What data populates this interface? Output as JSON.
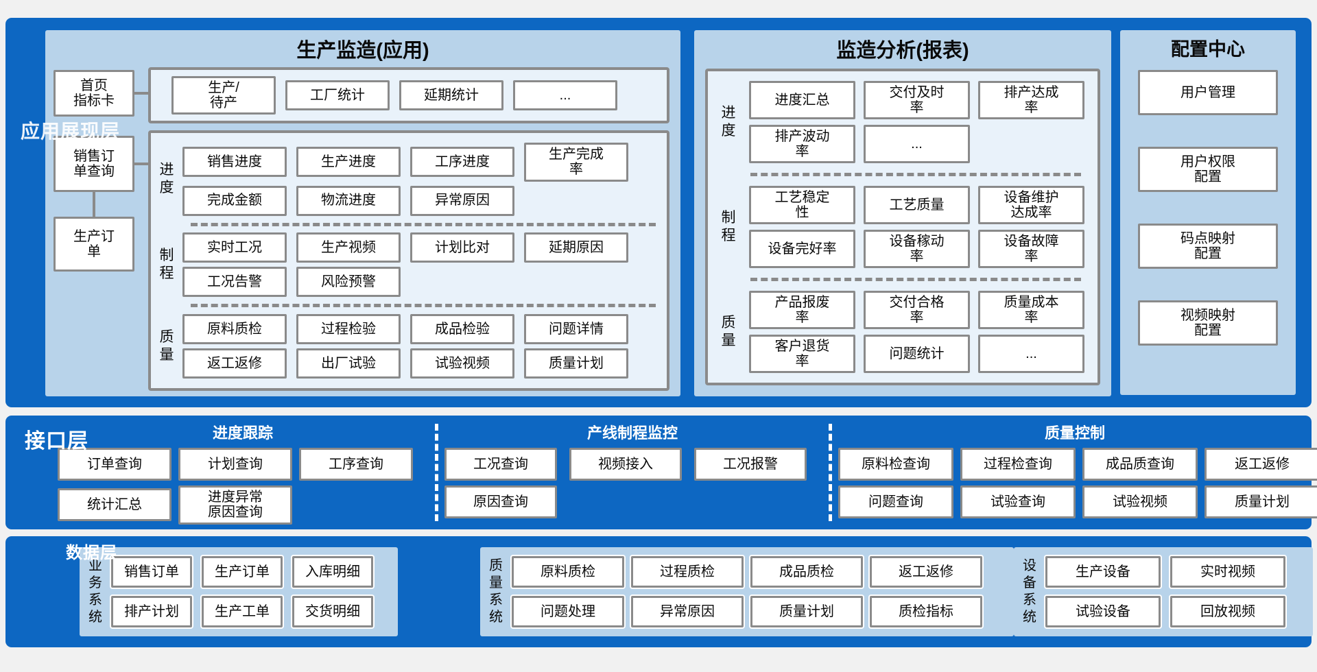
{
  "colors": {
    "band_blue": "#0d67c2",
    "panel_light": "#b8d3ea",
    "subpanel_fill": "#e9f2fa",
    "box_border": "#8a8a8a",
    "band_label_text": "#ffffff",
    "box_text": "#0a0a0a"
  },
  "presentation_layer": {
    "label": "应用展现层",
    "production_app": {
      "title": "生产监造(应用)",
      "nav_cards": [
        "首页\n指标卡",
        "销售订\n单查询",
        "生产订\n单"
      ],
      "top_row": [
        "生产/\n待产",
        "工厂统计",
        "延期统计",
        "..."
      ],
      "sections": [
        {
          "label": "进度",
          "rows": [
            [
              "销售进度",
              "生产进度",
              "工序进度",
              "生产完成\n率"
            ],
            [
              "完成金额",
              "物流进度",
              "异常原因"
            ]
          ]
        },
        {
          "label": "制程",
          "rows": [
            [
              "实时工况",
              "生产视频",
              "计划比对",
              "延期原因"
            ],
            [
              "工况告警",
              "风险预警"
            ]
          ]
        },
        {
          "label": "质量",
          "rows": [
            [
              "原料质检",
              "过程检验",
              "成品检验",
              "问题详情"
            ],
            [
              "返工返修",
              "出厂试验",
              "试验视频",
              "质量计划"
            ]
          ]
        }
      ]
    },
    "analysis": {
      "title": "监造分析(报表)",
      "sections": [
        {
          "label": "进度",
          "rows": [
            [
              "进度汇总",
              "交付及时\n率",
              "排产达成\n率"
            ],
            [
              "排产波动\n率",
              "..."
            ]
          ]
        },
        {
          "label": "制程",
          "rows": [
            [
              "工艺稳定\n性",
              "工艺质量",
              "设备维护\n达成率"
            ],
            [
              "设备完好率",
              "设备稼动\n率",
              "设备故障\n率"
            ]
          ]
        },
        {
          "label": "质量",
          "rows": [
            [
              "产品报废\n率",
              "交付合格\n率",
              "质量成本\n率"
            ],
            [
              "客户退货\n率",
              "问题统计",
              "..."
            ]
          ]
        }
      ]
    },
    "config_center": {
      "title": "配置中心",
      "items": [
        "用户管理",
        "用户权限\n配置",
        "码点映射\n配置",
        "视频映射\n配置"
      ]
    }
  },
  "interface_layer": {
    "label": "接口层",
    "groups": [
      {
        "title": "进度跟踪",
        "rows": [
          [
            "订单查询",
            "计划查询",
            "工序查询"
          ],
          [
            "统计汇总",
            "进度异常\n原因查询"
          ]
        ]
      },
      {
        "title": "产线制程监控",
        "rows": [
          [
            "工况查询",
            "视频接入",
            "工况报警"
          ],
          [
            "原因查询"
          ]
        ]
      },
      {
        "title": "质量控制",
        "rows": [
          [
            "原料检查询",
            "过程检查询",
            "成品质查询",
            "返工返修"
          ],
          [
            "问题查询",
            "试验查询",
            "试验视频",
            "质量计划"
          ]
        ]
      }
    ]
  },
  "data_layer": {
    "label": "数据层",
    "systems": [
      {
        "label": "业务系统",
        "rows": [
          [
            "销售订单",
            "生产订单",
            "入库明细"
          ],
          [
            "排产计划",
            "生产工单",
            "交货明细"
          ]
        ]
      },
      {
        "label": "质量系统",
        "rows": [
          [
            "原料质检",
            "过程质检",
            "成品质检",
            "返工返修"
          ],
          [
            "问题处理",
            "异常原因",
            "质量计划",
            "质检指标"
          ]
        ]
      },
      {
        "label": "设备系统",
        "rows": [
          [
            "生产设备",
            "实时视频"
          ],
          [
            "试验设备",
            "回放视频"
          ]
        ]
      }
    ]
  }
}
